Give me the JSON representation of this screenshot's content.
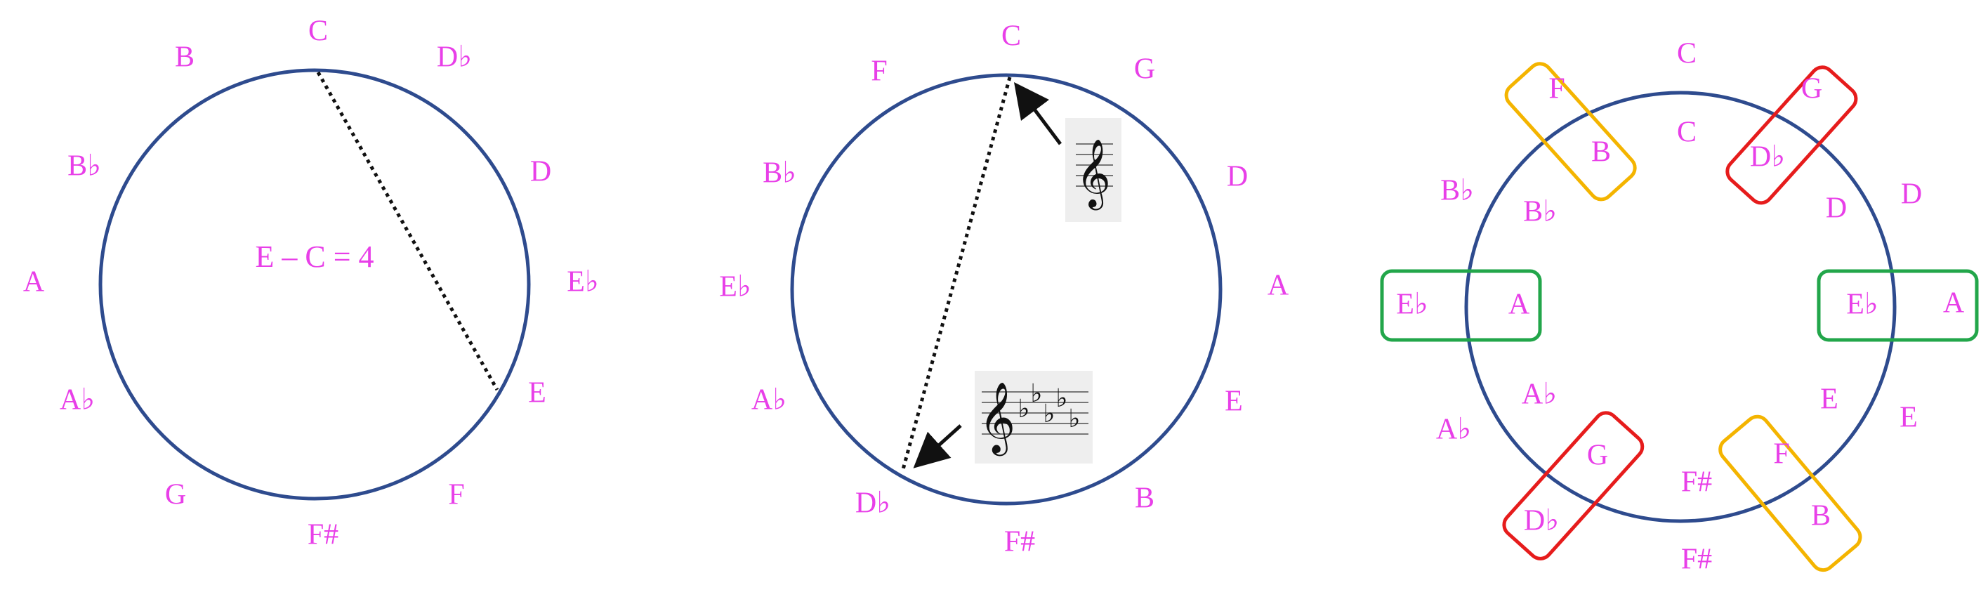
{
  "colors": {
    "note": "#e83fe8",
    "circle": "#2e4b8e",
    "chord": "#111111",
    "box_yellow": "#f4b400",
    "box_red": "#e61c1c",
    "box_green": "#22a64a",
    "staff_bg": "#eeeeee"
  },
  "panel1": {
    "notes": [
      "C",
      "D♭",
      "D",
      "E♭",
      "E",
      "F",
      "F#",
      "G",
      "A♭",
      "A",
      "B♭",
      "B"
    ],
    "equation": "E – C = 4"
  },
  "panel2": {
    "notes": [
      "C",
      "G",
      "D",
      "A",
      "E",
      "B",
      "F#",
      "D♭",
      "A♭",
      "E♭",
      "B♭",
      "F"
    ],
    "icons": [
      "treble-clef-staff-icon",
      "treble-clef-five-flats-staff-icon"
    ]
  },
  "panel3": {
    "outer_notes": [
      "C",
      "G",
      "D",
      "A",
      "E",
      "B",
      "F#",
      "D♭",
      "A♭",
      "E♭",
      "B♭",
      "F"
    ],
    "inner_notes": [
      "C",
      "D♭",
      "D",
      "E♭",
      "E",
      "F",
      "F#",
      "G",
      "A♭",
      "A",
      "B♭",
      "B"
    ]
  }
}
